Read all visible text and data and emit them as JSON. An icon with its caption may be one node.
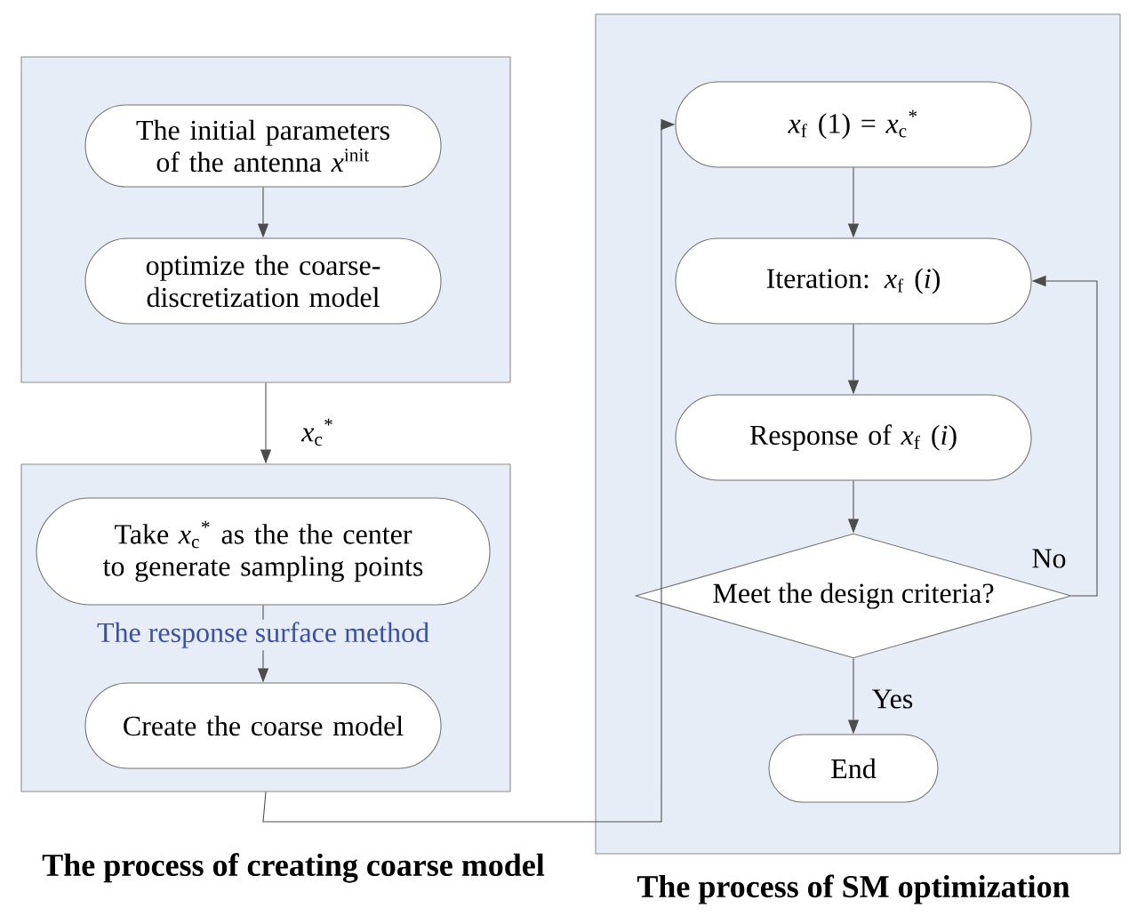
{
  "diagram": {
    "nodes": [
      {
        "text": [],
        "shape": "box"
      },
      {
        "text": [
          "The initial parameters of the antenna *x*$^{init}$"
        ],
        "in": 0
      },
      {
        "text": [
          "optimize the coarse-discretization model"
        ],
        "in": 0
      },
      {
        "text": [],
        "shape": "box"
      },
      {
        "text": [
          "Take *x*$_{c}$$^{*}$ as the the center to generate sampling points"
        ],
        "in": 3
      },
      {
        "text": [
          "Create the coarse model"
        ],
        "in": 3
      },
      {
        "text": [],
        "shape": "box"
      },
      {
        "text": [
          "*x*$_{f}$ (1) = *x*$_{c}$$^{*}$"
        ],
        "in": 6
      },
      {
        "text": [
          "Iteration: *x*$_{f}$ (*i*)"
        ],
        "in": 6
      },
      {
        "text": [
          "Response of *x*$_{f}$ (*i*)"
        ],
        "in": 6
      },
      {
        "text": [
          "Meet the design criteria?"
        ],
        "in": 6
      },
      {
        "text": [
          "End"
        ],
        "in": 6
      }
    ],
    "edges": [
      {
        "from": 1,
        "to": 2,
        "arrow": "to"
      },
      {
        "from": 0,
        "to": 3,
        "arrow": "to",
        "label": "*x*$_{c}$$^{*}$"
      },
      {
        "from": 4,
        "to": 5,
        "arrow": "to",
        "label": "The response surface method"
      },
      {
        "from": 3,
        "to": 7,
        "arrow": "to"
      },
      {
        "from": 7,
        "to": 8,
        "arrow": "to"
      },
      {
        "from": 8,
        "to": 9,
        "arrow": "to"
      },
      {
        "from": 9,
        "to": 10,
        "arrow": "to"
      },
      {
        "from": 10,
        "to": 8,
        "arrow": "to",
        "label": "No"
      },
      {
        "from": 10,
        "to": 11,
        "arrow": "to",
        "label": "Yes"
      }
    ],
    "labels": [
      "The process of creating coarse model",
      "The process of SM optimization"
    ]
  }
}
